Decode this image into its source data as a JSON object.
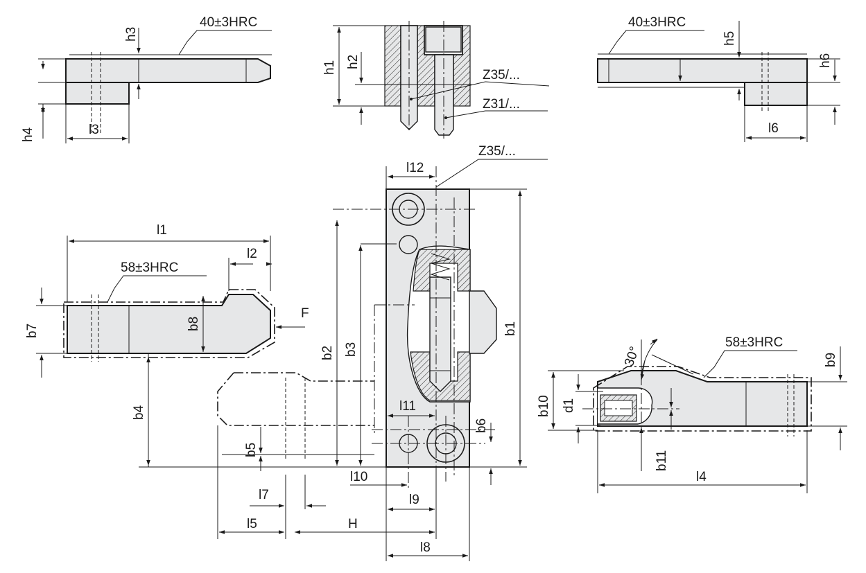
{
  "labels": {
    "h3": "h3",
    "h4": "h4",
    "l3": "l3",
    "hrc_top_left": "40±3HRC",
    "h1": "h1",
    "h2": "h2",
    "z35_a": "Z35/...",
    "z31": "Z31/...",
    "hrc_top_right": "40±3HRC",
    "h5": "h5",
    "h6": "h6",
    "l6": "l6",
    "l12": "l12",
    "z35_b": "Z35/...",
    "l1": "l1",
    "l2": "l2",
    "hrc_mid_left": "58±3HRC",
    "b7": "b7",
    "b8": "b8",
    "F": "F",
    "b4": "b4",
    "b2": "b2",
    "b3": "b3",
    "b1": "b1",
    "b5": "b5",
    "l11": "l11",
    "b6": "b6",
    "l10": "l10",
    "l9": "l9",
    "l7": "l7",
    "l5": "l5",
    "H": "H",
    "l8": "l8",
    "angle": "30°",
    "hrc_right": "58±3HRC",
    "b9": "b9",
    "b10": "b10",
    "d1": "d1",
    "b11": "b11",
    "l4": "l4"
  }
}
